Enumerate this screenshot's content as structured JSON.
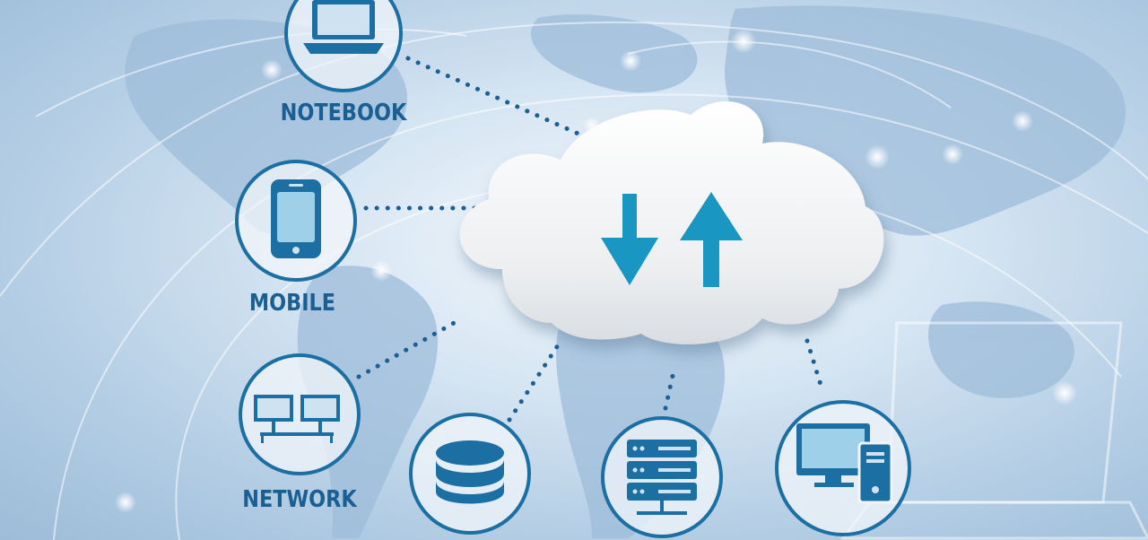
{
  "colors": {
    "accent": "#1b6fa3",
    "arrow": "#1a96c3",
    "label": "#1a5f92",
    "cloud": "#eef0f2"
  },
  "cloud": {
    "icons": [
      "arrow-down-icon",
      "arrow-up-icon"
    ]
  },
  "nodes": [
    {
      "id": "notebook",
      "label": "NOTEBOOK",
      "icon": "laptop-icon"
    },
    {
      "id": "mobile",
      "label": "MOBILE",
      "icon": "smartphone-icon"
    },
    {
      "id": "network",
      "label": "NETWORK",
      "icon": "network-monitors-icon"
    },
    {
      "id": "storage",
      "label": "",
      "icon": "database-icon"
    },
    {
      "id": "server",
      "label": "",
      "icon": "server-rack-icon"
    },
    {
      "id": "desktop",
      "label": "",
      "icon": "desktop-computer-icon"
    }
  ]
}
